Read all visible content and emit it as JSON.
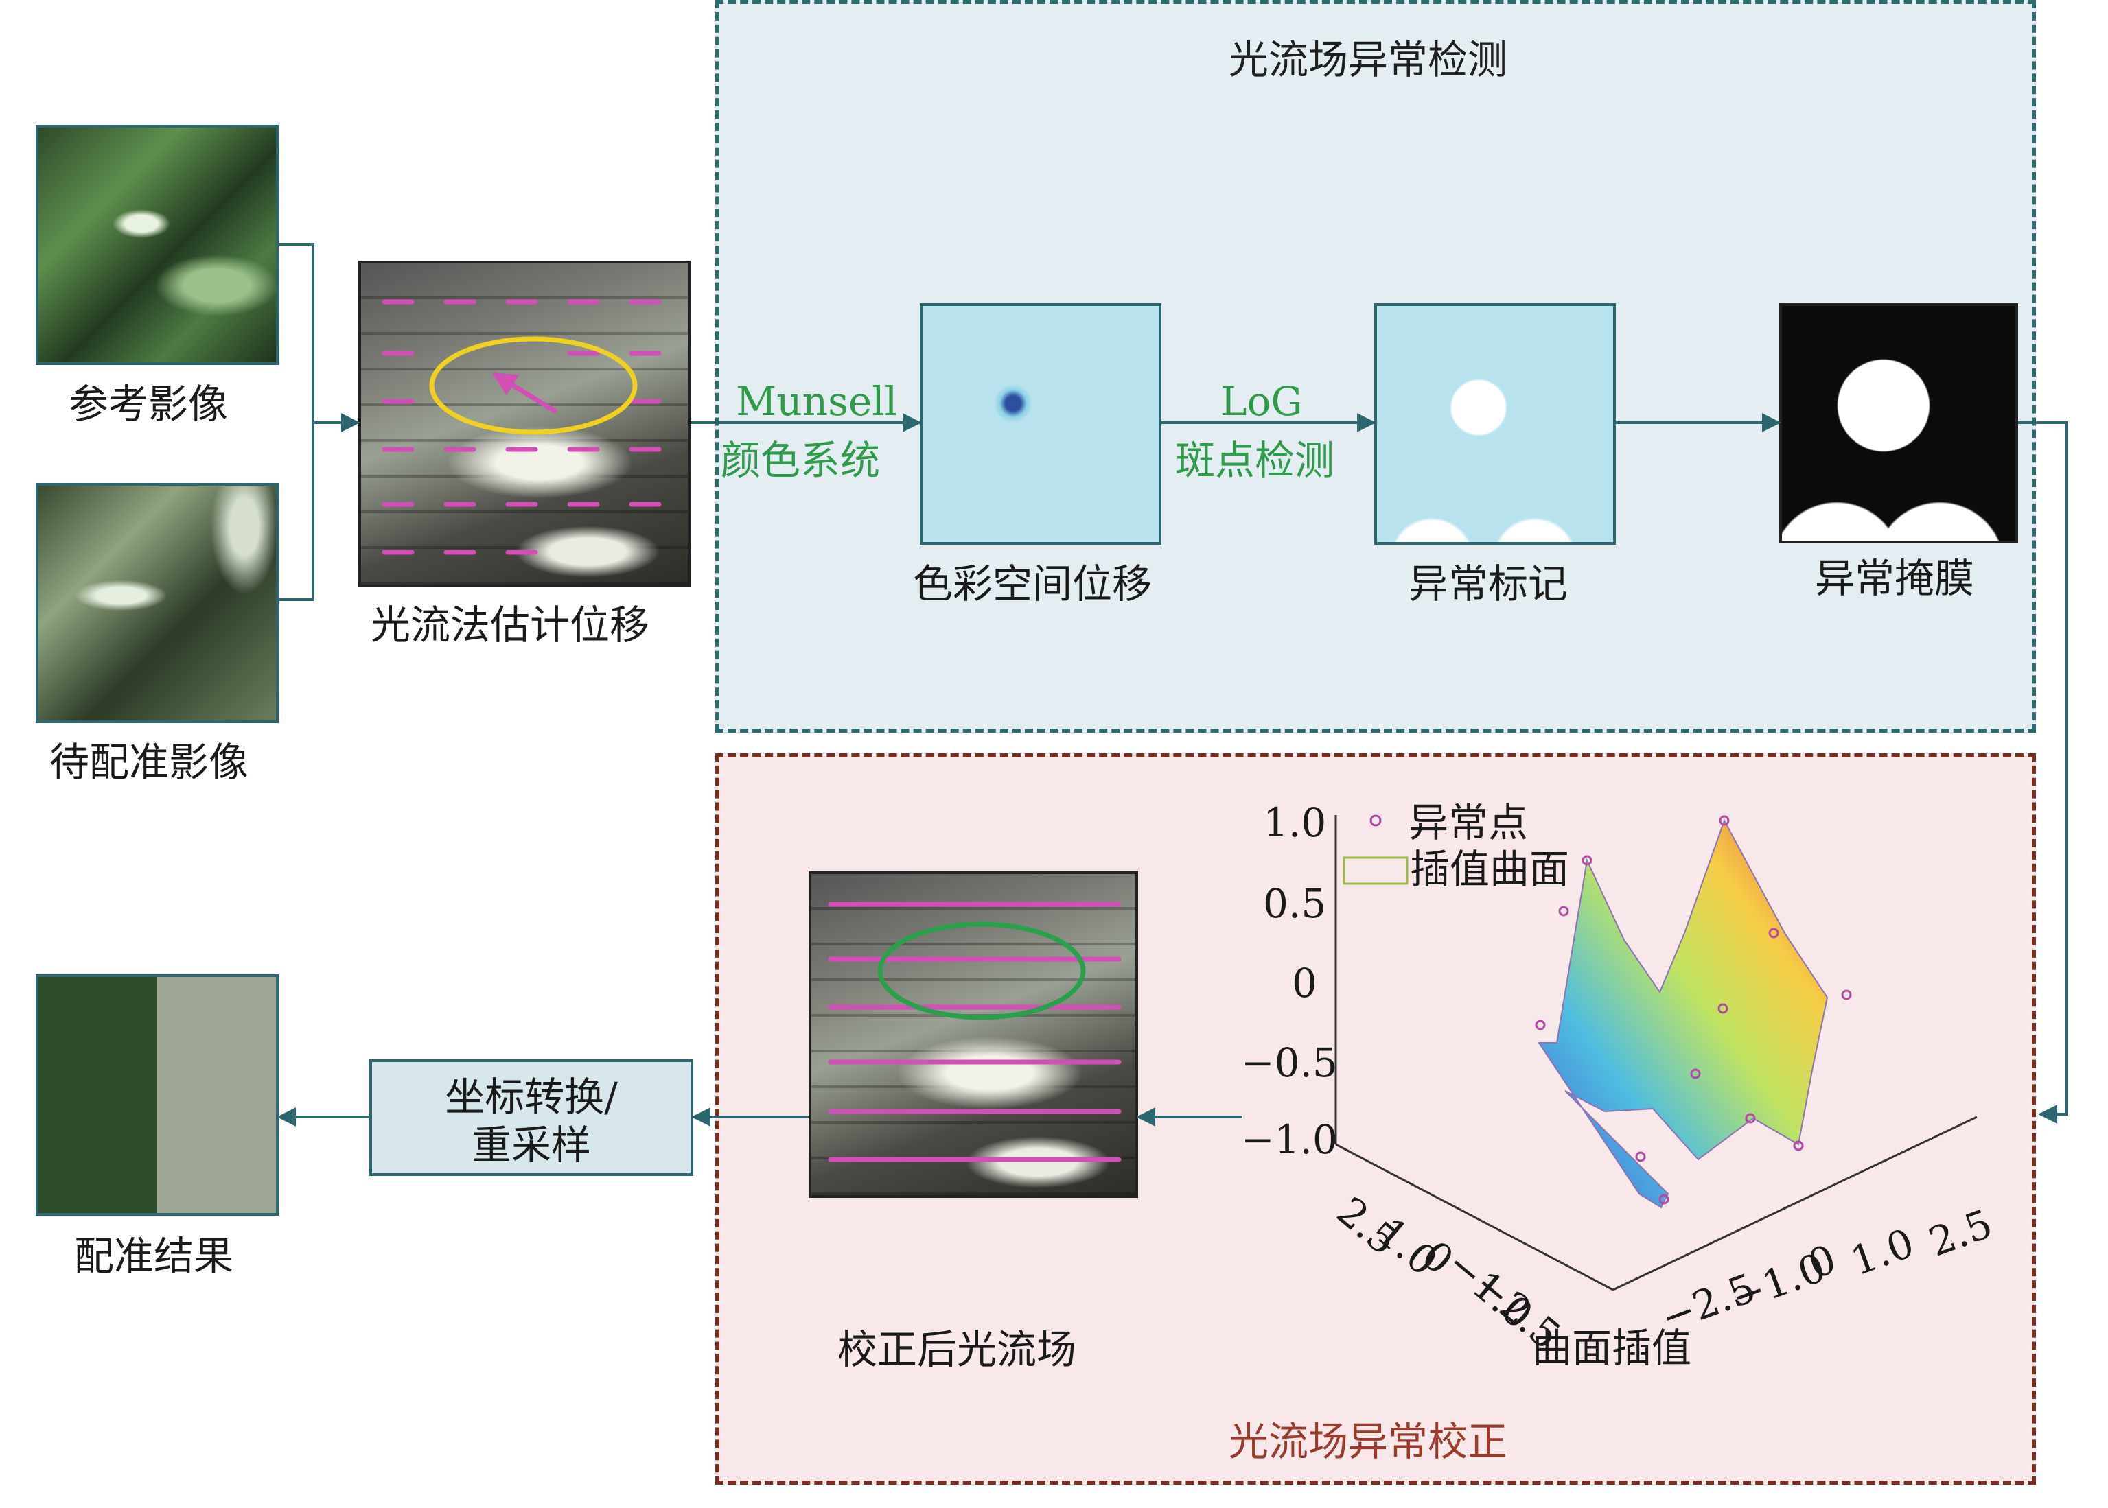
{
  "panels": {
    "detect_title": "光流场异常检测",
    "correct_title": "光流场异常校正"
  },
  "images": {
    "reference": "参考影像",
    "target": "待配准影像",
    "flow_estimate": "光流法估计位移",
    "color_space": "色彩空间位移",
    "anomaly_mark": "异常标记",
    "anomaly_mask": "异常掩膜",
    "corrected_flow": "校正后光流场",
    "result": "配准结果"
  },
  "steps": {
    "munsell_1": "Munsell",
    "munsell_2": "颜色系统",
    "log_1": "LoG",
    "log_2": "斑点检测",
    "coord_1": "坐标转换/",
    "coord_2": "重采样",
    "surface": "曲面插值"
  },
  "surface_plot": {
    "legend_points": "异常点",
    "legend_surface": "插值曲面",
    "z_ticks": [
      "1.0",
      "0.5",
      "0",
      "−0.5",
      "−1.0"
    ],
    "x_ticks": [
      "2.5",
      "1.0",
      "0",
      "−1.0",
      "−2.5"
    ],
    "y_ticks": [
      "−2.5",
      "−1.0",
      "0",
      "1.0",
      "2.5"
    ]
  },
  "colors": {
    "detect_bg": "#e4eef2",
    "detect_border": "#2f6b6e",
    "correct_bg": "#f9e8ea",
    "correct_border": "#7a2d22",
    "arrow": "#2e6670",
    "green_text": "#2e9a4a",
    "anomaly_circle": "#f0d020",
    "corrected_circle": "#2aa04a",
    "flow_vector": "#d24fb5"
  }
}
